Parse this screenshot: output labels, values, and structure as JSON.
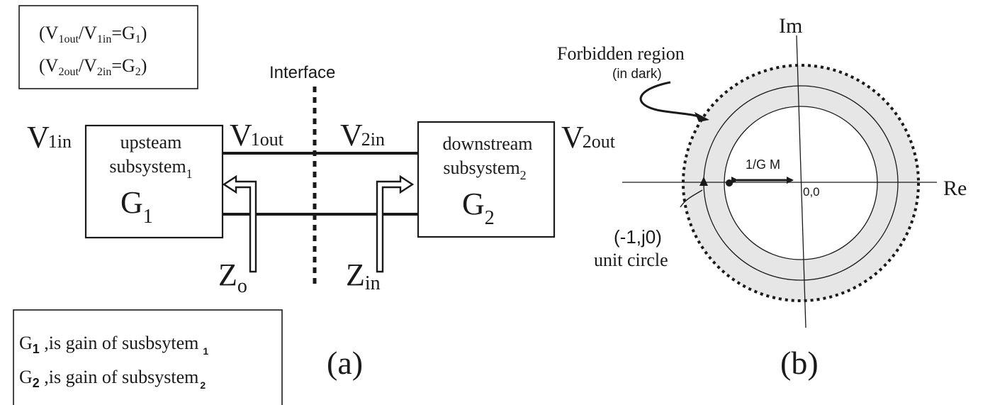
{
  "ratio_box": {
    "line1": {
      "open": "(V",
      "s1": "1out",
      "slash": "/V",
      "s2": "1in",
      "eq": "=G",
      "s3": "1",
      "close": ")"
    },
    "line2": {
      "open": "(V",
      "s1": "2out",
      "slash": "/V",
      "s2": "2in",
      "eq": "=G",
      "s3": "2",
      "close": ")"
    }
  },
  "interface_label": "Interface",
  "upstream": {
    "line1": "upsteam",
    "line2": "subsystem",
    "line2_sub": "1",
    "gain": "G",
    "gain_sub": "1"
  },
  "downstream": {
    "line1": "downstream",
    "line2": "subsystem",
    "line2_sub": "2",
    "gain": "G",
    "gain_sub": "2"
  },
  "voltages": {
    "v1in": {
      "base": "V",
      "sub": "1in"
    },
    "v1out": {
      "base": "V",
      "sub": "1out"
    },
    "v2in": {
      "base": "V",
      "sub": "2in"
    },
    "v2out": {
      "base": "V",
      "sub": "2out"
    }
  },
  "impedances": {
    "zo": {
      "base": "Z",
      "sub": "o"
    },
    "zin": {
      "base": "Z",
      "sub": "in"
    }
  },
  "legend": {
    "line1": {
      "g": "G",
      "g_sub": "1",
      "text": " ,is gain of susbsytem",
      "t_sub": "1"
    },
    "line2": {
      "g": "G",
      "g_sub": "2",
      "text": " ,is gain of subsystem",
      "t_sub": "2"
    }
  },
  "label_a": "(a)",
  "label_b": "(b)",
  "nyquist": {
    "axis_im": "Im",
    "axis_re": "Re",
    "forbidden_label": "Forbidden region",
    "forbidden_sub": "(in dark)",
    "gm_label": "1/G M",
    "origin_label": "0,0",
    "point_label": "(-1,j0)",
    "unit_circle_label": "unit circle",
    "forbidden_fill": "#e6e6e6"
  }
}
